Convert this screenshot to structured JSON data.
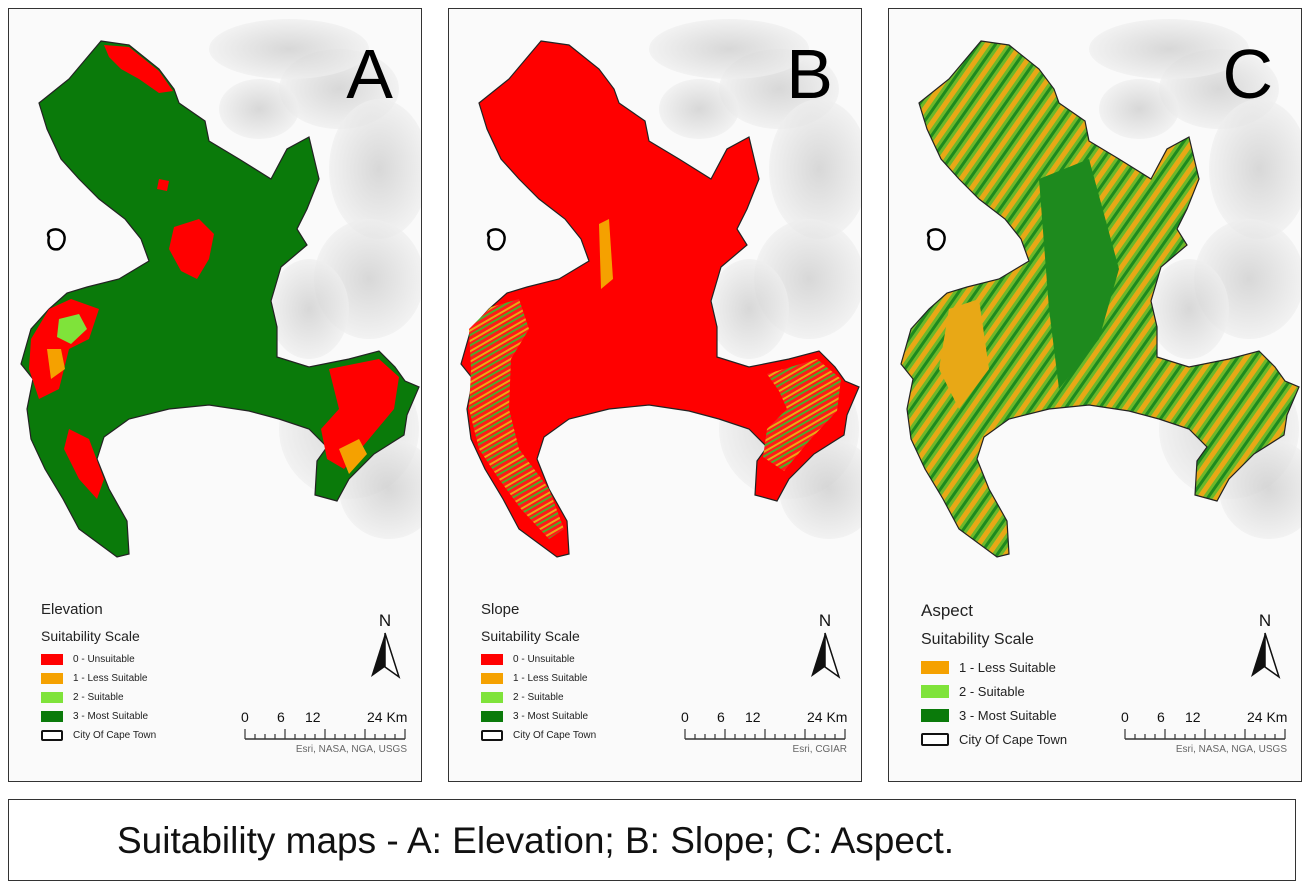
{
  "panels": [
    {
      "id": "A",
      "letter": "A",
      "legend_title": "Elevation",
      "legend_subtitle": "Suitability Scale",
      "legend_items": [
        {
          "label": "0 - Unsuitable",
          "color": "#ff0000"
        },
        {
          "label": "1 - Less Suitable",
          "color": "#f5a100"
        },
        {
          "label": "2 - Suitable",
          "color": "#7fe33a"
        },
        {
          "label": "3 - Most Suitable",
          "color": "#0a7a0a"
        }
      ],
      "boundary_label": "City Of Cape Town",
      "north": "N",
      "scale_ticks": [
        "0",
        "6",
        "12",
        "24 Km"
      ],
      "attribution": "Esri, NASA, NGA, USGS"
    },
    {
      "id": "B",
      "letter": "B",
      "legend_title": "Slope",
      "legend_subtitle": "Suitability Scale",
      "legend_items": [
        {
          "label": "0 - Unsuitable",
          "color": "#ff0000"
        },
        {
          "label": "1 - Less Suitable",
          "color": "#f5a100"
        },
        {
          "label": "2 - Suitable",
          "color": "#7fe33a"
        },
        {
          "label": "3 - Most Suitable",
          "color": "#0a7a0a"
        }
      ],
      "boundary_label": "City Of Cape Town",
      "north": "N",
      "scale_ticks": [
        "0",
        "6",
        "12",
        "24 Km"
      ],
      "attribution": "Esri, CGIAR"
    },
    {
      "id": "C",
      "letter": "C",
      "legend_title": "Aspect",
      "legend_subtitle": "Suitability Scale",
      "legend_items": [
        {
          "label": "1 - Less Suitable",
          "color": "#f5a100"
        },
        {
          "label": "2 - Suitable",
          "color": "#7fe33a"
        },
        {
          "label": "3 - Most Suitable",
          "color": "#0a7a0a"
        }
      ],
      "boundary_label": "City Of Cape Town",
      "north": "N",
      "scale_ticks": [
        "0",
        "6",
        "12",
        "24 Km"
      ],
      "attribution": "Esri, NASA, NGA, USGS"
    }
  ],
  "caption": "Suitability maps - A: Elevation; B: Slope; C: Aspect."
}
